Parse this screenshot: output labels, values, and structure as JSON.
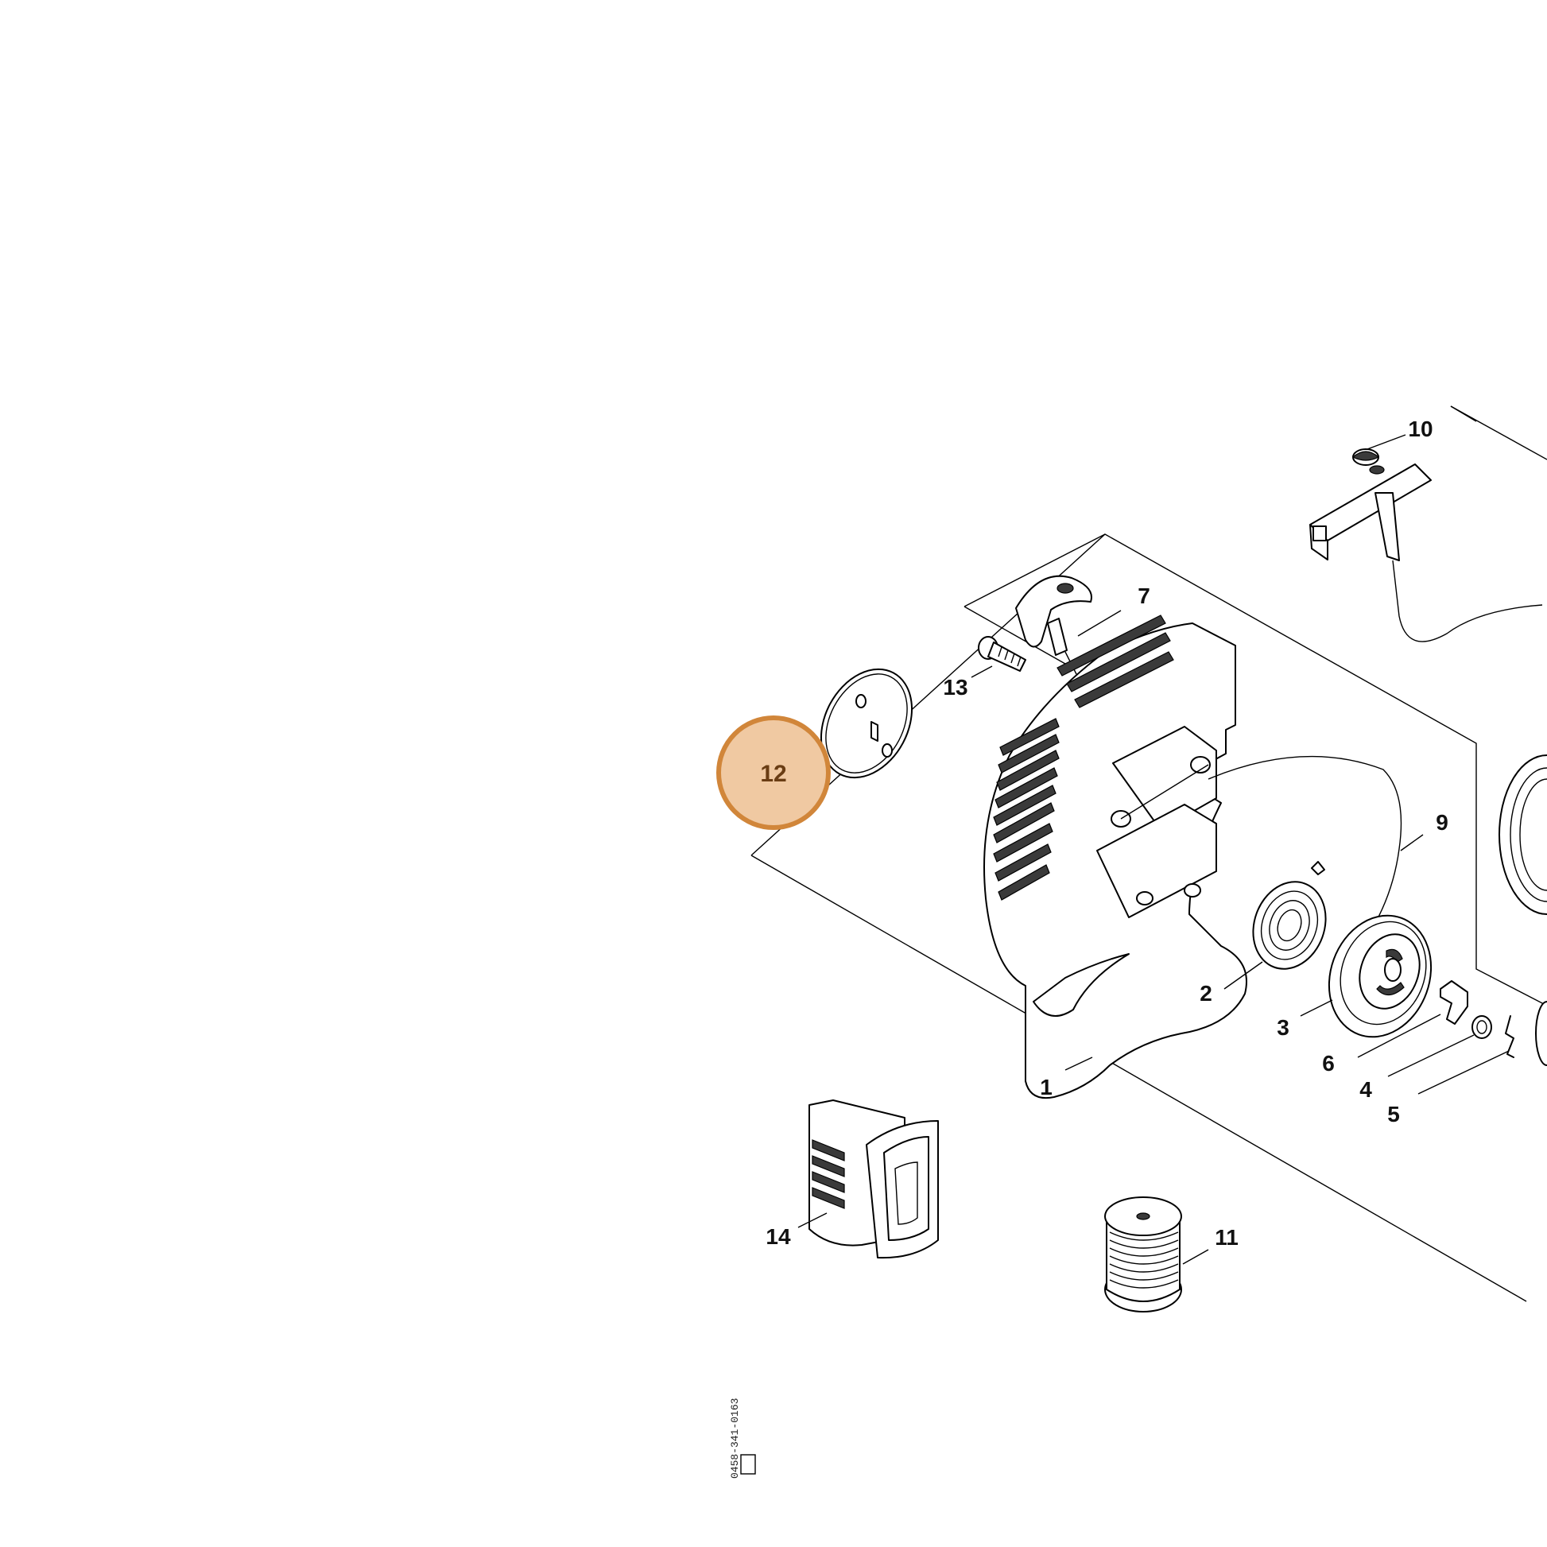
{
  "diagram": {
    "highlight": {
      "part_number": "12",
      "fill_color": "#f0c9a2",
      "ring_color": "#d1863a"
    },
    "callouts": {
      "c1": "1",
      "c2": "2",
      "c3": "3",
      "c4": "4",
      "c5": "5",
      "c6": "6",
      "c7": "7",
      "c9": "9",
      "c10": "10",
      "c11": "11",
      "c12": "12",
      "c13": "13",
      "c14": "14"
    },
    "drawing_code": "0458-341-0163"
  }
}
